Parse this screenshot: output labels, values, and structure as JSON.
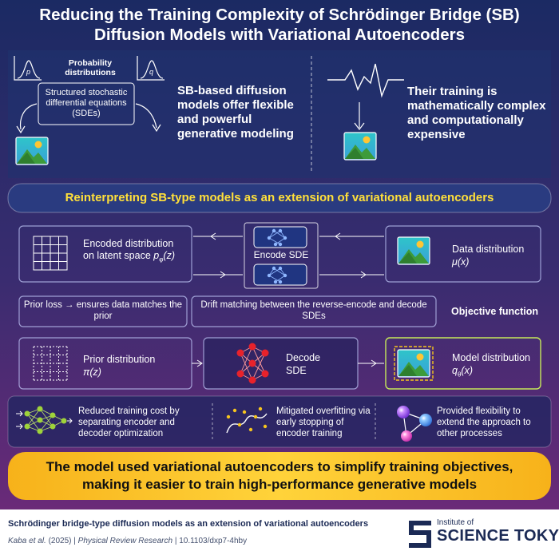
{
  "title": {
    "line1": "Reducing the Training Complexity of Schrödinger Bridge (SB)",
    "line2": "Diffusion Models with Variational Autoencoders"
  },
  "top_left": {
    "prob_label": "Probability distributions",
    "p_label": "p",
    "q_label": "q",
    "sde_box": "Structured stochastic differential equations (SDEs)",
    "statement": "SB-based diffusion models offer flexible and powerful generative modeling"
  },
  "top_right": {
    "statement": "Their training is mathematically complex and computationally expensive"
  },
  "section_header": "Reinterpreting SB-type models as an extension of variational autoencoders",
  "diagram": {
    "encoded": {
      "text": "Encoded distribution on latent space ",
      "symbol": "p",
      "sub": "φ",
      "arg": "(z)"
    },
    "encode_sde": "Encode SDE",
    "data_dist": {
      "text": "Data distribution",
      "symbol": "μ(x)"
    },
    "prior_loss": "Prior loss → ensures data matches the prior",
    "drift": "Drift matching between the reverse-encode and decode SDEs",
    "objective": "Objective function",
    "prior_dist": {
      "text": "Prior distribution",
      "symbol": "π(z)"
    },
    "decode_sde": "Decode SDE",
    "model_dist": {
      "text": "Model distribution ",
      "symbol": "q",
      "sub": "θ",
      "arg": "(x)"
    }
  },
  "benefits": [
    {
      "text": "Reduced training cost by separating encoder and decoder optimization",
      "icon": "neural-network-icon"
    },
    {
      "text": "Mitigated overfitting via early stopping of encoder training",
      "icon": "scatter-curve-icon"
    },
    {
      "text": "Provided flexibility to extend the approach to other processes",
      "icon": "connected-spheres-icon"
    }
  ],
  "conclusion": {
    "line1": "The model used variational autoencoders to simplify training objectives,",
    "line2": "making it easier to train high-performance generative models"
  },
  "footer": {
    "caption": "Schrödinger bridge-type diffusion models as an extension of variational autoencoders",
    "authors": "Kaba et al.",
    "year": " (2025) | ",
    "journal": "Physical Review Research",
    "doi": " | 10.1103/dxp7-4hby",
    "logo_small": "Institute of",
    "logo_big": "SCIENCE TOKYO"
  },
  "colors": {
    "bg_top": "#1b2a63",
    "bg_bottom": "#5a2a74",
    "accent_yellow": "#f7c51d",
    "highlight_text": "#ffe03a",
    "footer_bg": "#ffffff"
  }
}
